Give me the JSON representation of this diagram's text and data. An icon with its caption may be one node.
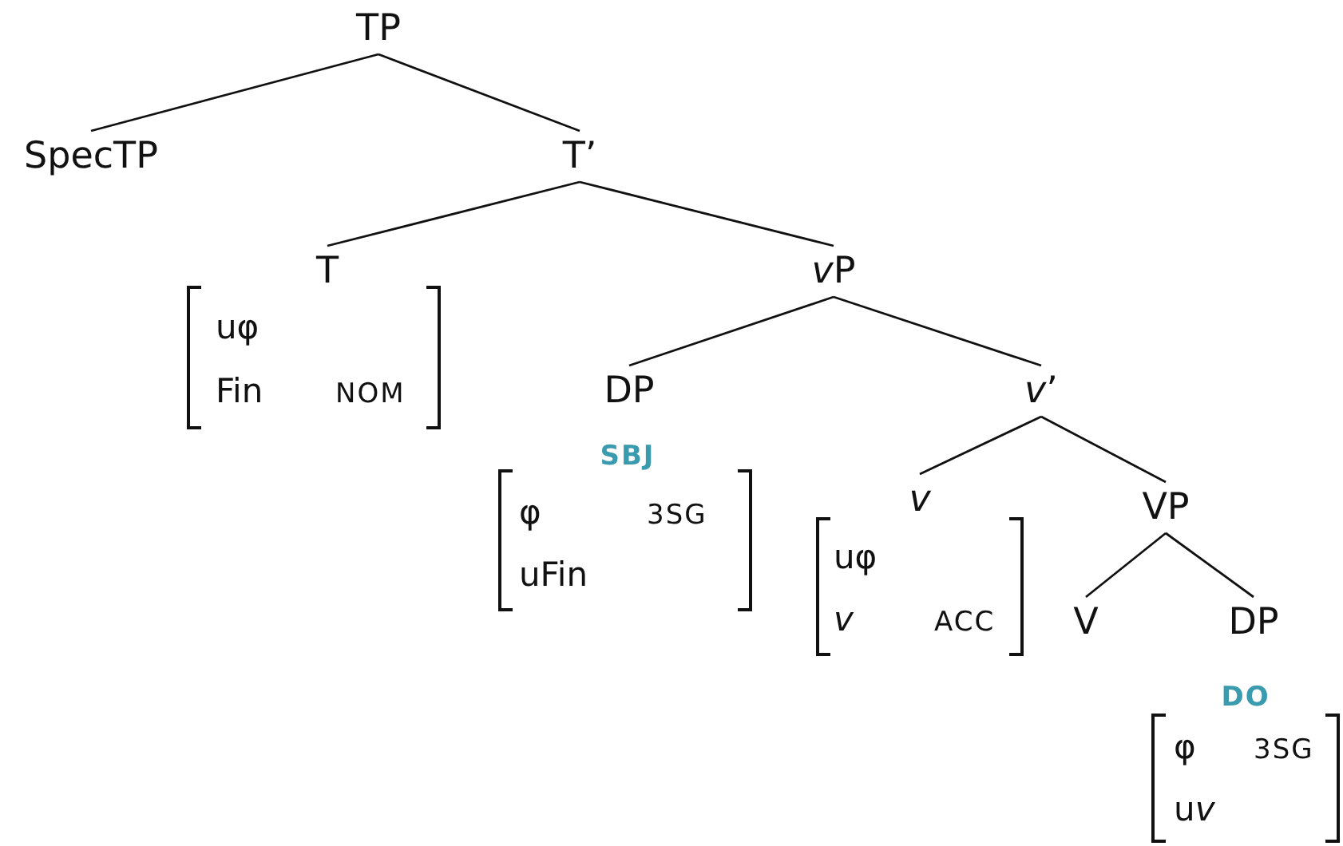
{
  "diagram": {
    "nodes": [
      {
        "text": [
          "TP"
        ]
      },
      {
        "text": [
          "SpecTP"
        ]
      },
      {
        "text": [
          "T’"
        ]
      },
      {
        "text": [
          "T"
        ],
        "beside": [
          "uφ",
          "Fin",
          "NOM"
        ]
      },
      {
        "text": [
          "vP"
        ]
      },
      {
        "text": [
          "DP"
        ],
        "beside": [
          "SBJ",
          "φ",
          "3SG",
          "uFin"
        ]
      },
      {
        "text": [
          "v’"
        ]
      },
      {
        "text": [
          "v"
        ],
        "beside": [
          "uφ",
          "v",
          "ACC"
        ]
      },
      {
        "text": [
          "VP"
        ]
      },
      {
        "text": [
          "V"
        ]
      },
      {
        "text": [
          "DP"
        ],
        "beside": [
          "DO",
          "φ",
          "3SG",
          "uv"
        ]
      }
    ],
    "edges": [
      {
        "from": 0,
        "to": 1,
        "arrow": "none"
      },
      {
        "from": 0,
        "to": 2,
        "arrow": "none"
      },
      {
        "from": 2,
        "to": 3,
        "arrow": "none"
      },
      {
        "from": 2,
        "to": 4,
        "arrow": "none"
      },
      {
        "from": 4,
        "to": 5,
        "arrow": "none"
      },
      {
        "from": 4,
        "to": 6,
        "arrow": "none"
      },
      {
        "from": 6,
        "to": 7,
        "arrow": "none"
      },
      {
        "from": 6,
        "to": 8,
        "arrow": "none"
      },
      {
        "from": 8,
        "to": 9,
        "arrow": "none"
      },
      {
        "from": 8,
        "to": 10,
        "arrow": "none"
      }
    ]
  }
}
